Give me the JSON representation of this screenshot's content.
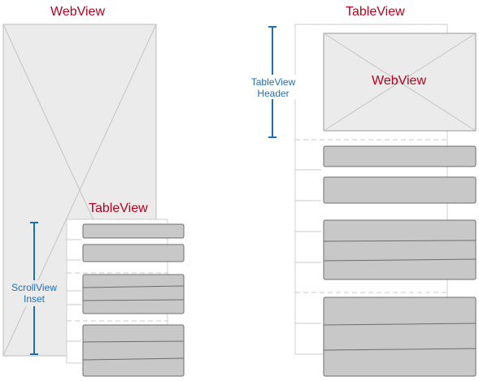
{
  "diagram": {
    "left_panel": {
      "webview_label": "WebView",
      "tableview_label": "TableView",
      "inset_label_line1": "ScrollView",
      "inset_label_line2": "Inset"
    },
    "right_panel": {
      "tableview_label": "TableView",
      "webview_label": "WebView",
      "header_label_line1": "TableView",
      "header_label_line2": "Header"
    },
    "colors": {
      "label_red": "#b8001f",
      "bracket_blue": "#1f6fb5",
      "webview_fill": "#ebebeb",
      "cell_fill": "#c8c8c8",
      "cell_stroke": "#6e6e6e"
    }
  }
}
